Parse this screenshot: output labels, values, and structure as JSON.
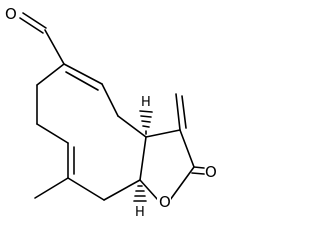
{
  "structure": {
    "atom_labels": {
      "aldehyde_oxygen": "O",
      "ring_oxygen": "O",
      "carbonyl_oxygen": "O",
      "stereo_h_top": "H",
      "stereo_h_bottom": "H"
    }
  }
}
